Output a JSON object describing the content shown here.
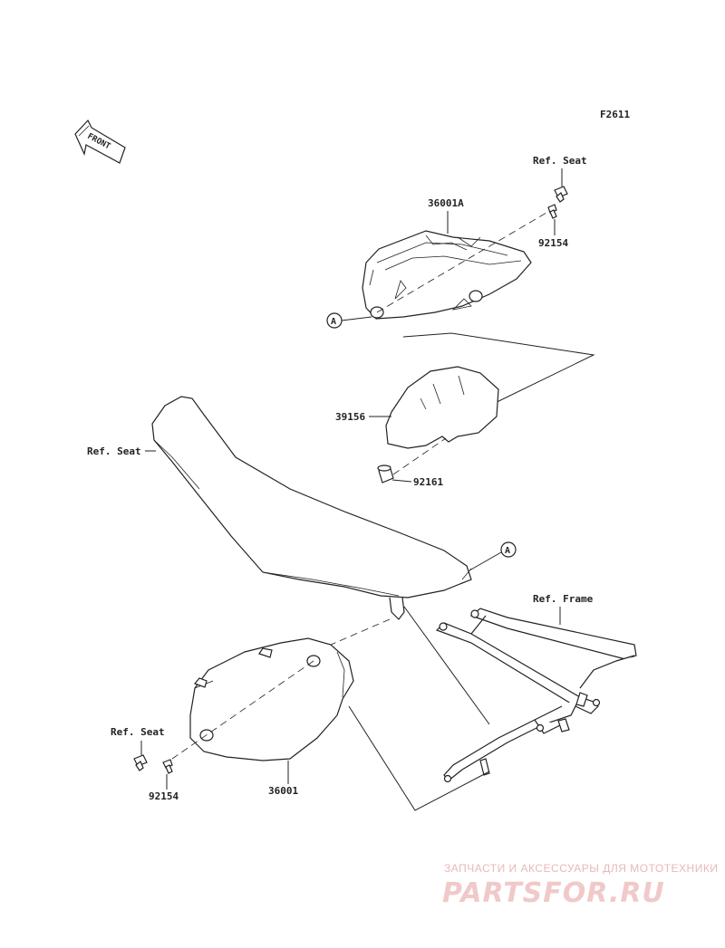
{
  "figure_code": "F2611",
  "front_marker": "FRONT",
  "labels": {
    "ref_seat_top": "Ref. Seat",
    "part_36001A": "36001A",
    "part_92154_top": "92154",
    "callout_a_top": "A",
    "part_39156": "39156",
    "part_92161": "92161",
    "ref_seat_left": "Ref. Seat",
    "callout_a_mid": "A",
    "ref_frame": "Ref. Frame",
    "ref_seat_bottom": "Ref. Seat",
    "part_92154_bottom": "92154",
    "part_36001": "36001"
  },
  "watermark": {
    "tagline": "ЗАПЧАСТИ И АКСЕССУАРЫ ДЛЯ МОТОТЕХНИКИ",
    "brand": "PARTSFOR.RU"
  },
  "colors": {
    "line": "#222222",
    "watermark": "#e8b8b8"
  }
}
